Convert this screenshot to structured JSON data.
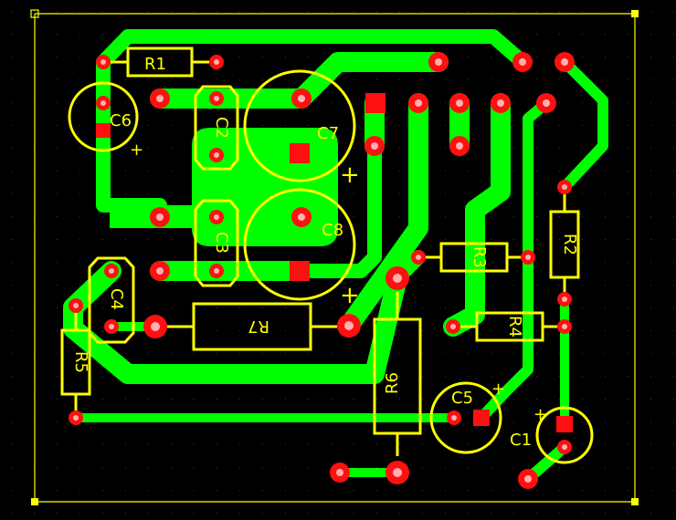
{
  "board": {
    "background": "#000000",
    "copper_color": "#00ff00",
    "silkscreen_color": "#ffff00",
    "pad_color": "#ff1010",
    "polarity_mark": "+"
  },
  "components": {
    "R1": "R1",
    "R2": "R2",
    "R3": "R3",
    "R4": "R4",
    "R5": "R5",
    "R6": "R6",
    "R7": "R7",
    "C1": "C1",
    "C2": "C2",
    "C3": "C3",
    "C4": "C4",
    "C5": "C5",
    "C6": "C6",
    "C7": "C7",
    "C8": "C8"
  }
}
